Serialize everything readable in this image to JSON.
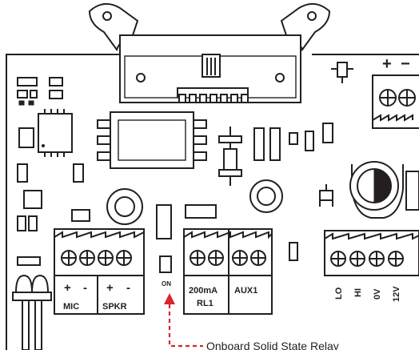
{
  "colors": {
    "line": "#231f20",
    "background": "#ffffff",
    "accent": "#d9262b"
  },
  "terminals": {
    "mic_plus": "+",
    "mic_minus": "-",
    "mic": "MIC",
    "spkr_plus": "+",
    "spkr_minus": "-",
    "spkr": "SPKR",
    "relay_current": "200mA",
    "relay_name": "RL1",
    "aux": "AUX1",
    "lo": "LO",
    "hi": "HI",
    "zero_v": "0V",
    "twelve_v": "12V",
    "power_plus": "+",
    "power_minus": "−"
  },
  "led_label": "ON",
  "callout": "Onboard Solid State Relay"
}
